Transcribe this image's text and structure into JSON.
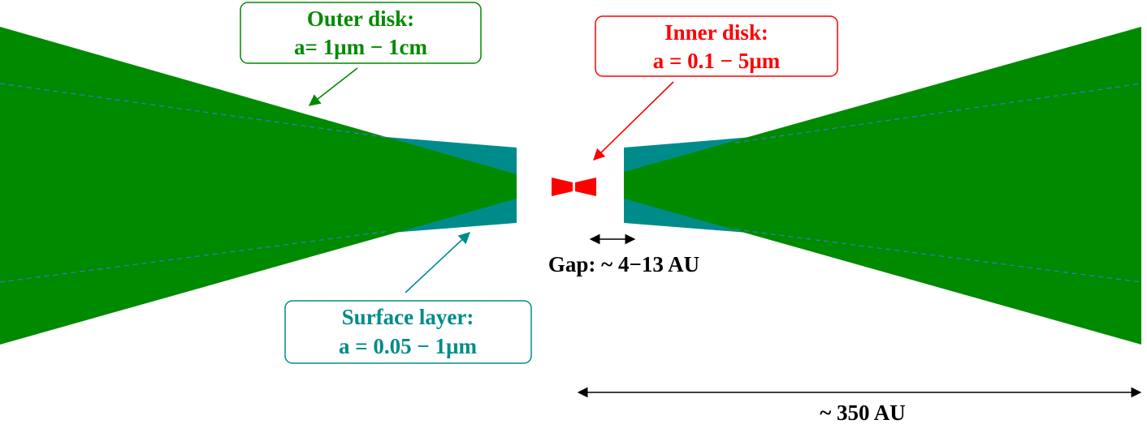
{
  "labels": {
    "outer_disk": {
      "line1": "Outer disk:",
      "line2_prefix": "a= 1",
      "line2_unit": "µm",
      "line2_suffix": " − 1cm"
    },
    "inner_disk": {
      "line1": "Inner disk:",
      "line2_prefix": "a = 0.1 − 5",
      "line2_unit": "µm"
    },
    "surface_layer": {
      "line1": "Surface layer:",
      "line2_prefix": "a = 0.05 − 1",
      "line2_unit": "µm"
    },
    "gap": "Gap: ~ 4−13 AU",
    "scale": "~ 350 AU"
  },
  "colors": {
    "outer_disk": "#008a00",
    "surface_layer": "#008b8b",
    "inner_disk": "#ff0000",
    "midplane_dashes": "#3a7ad0",
    "measure_arrows": "#000000"
  }
}
